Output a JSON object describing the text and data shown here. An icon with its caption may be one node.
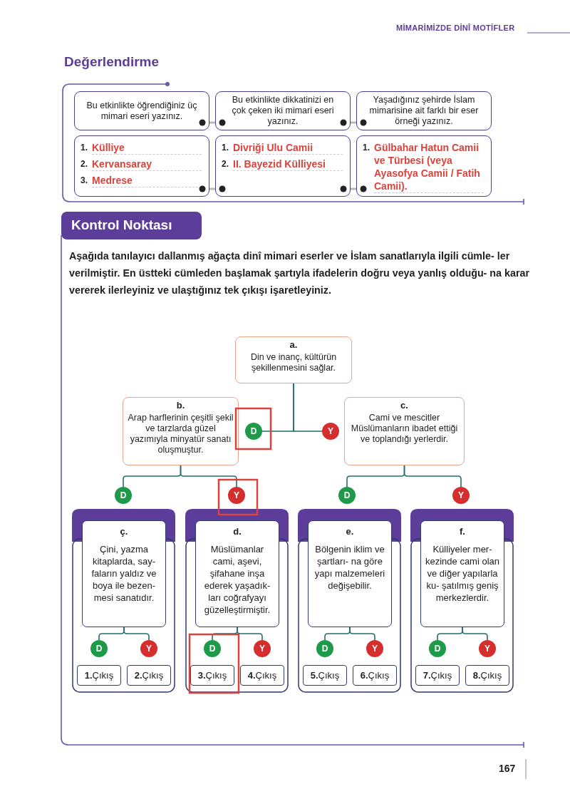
{
  "diagram": {
    "nodes": [
      {
        "text": [
          "Bu etkinlikte öğrendiğiniz üç mimari eseri yazınız."
        ]
      },
      {
        "text": [
          "Bu etkinlikte dikkatinizi en çok çeken iki mimari eseri yazınız."
        ]
      },
      {
        "text": [
          "Yaşadığınız şehirde İslam mimarisine ait farklı bir eser örneği yazınız."
        ]
      },
      {
        "text": [
          "1.",
          "Külliye",
          "2.",
          "Kervansaray",
          "3.",
          "Medrese"
        ]
      },
      {
        "text": [
          "1.",
          "Divriği Ulu Camii",
          "2.",
          "II. Bayezid Külliyesi"
        ]
      },
      {
        "text": [
          "1.",
          "Gülbahar Hatun Camii ve Türbesi (veya Ayasofya Camii / Fatih Camii)."
        ]
      },
      {
        "text": [
          "a.",
          "Din ve inanç, kültürün şekillenmesini sağlar."
        ]
      },
      {
        "text": [
          "b.",
          "Arap harflerinin çeşitli şekil ve tarzlarda güzel yazımıyla minyatür sanatı oluşmuştur."
        ]
      },
      {
        "text": [
          "D"
        ]
      },
      {
        "text": [
          "Y"
        ]
      },
      {
        "text": [
          "c.",
          "Cami ve mescitler Müslümanların ibadet ettiği ve toplandığı yerlerdir."
        ]
      },
      {
        "text": [
          "D"
        ]
      },
      {
        "text": [
          "Y"
        ]
      },
      {
        "text": [
          "D"
        ]
      },
      {
        "text": [
          "Y"
        ]
      },
      {
        "text": [],
        "shape": "box"
      },
      {
        "text": [
          "ç.",
          "Çini, yazma kitaplarda, say- faların yaldız ve boya ile bezen- mesi sanatıdır."
        ],
        "in": 15
      },
      {
        "text": [
          "D"
        ],
        "in": 15
      },
      {
        "text": [
          "Y"
        ],
        "in": 15
      },
      {
        "text": [
          "**1.**Çıkış"
        ],
        "in": 15
      },
      {
        "text": [
          "**2.**Çıkış"
        ],
        "in": 15
      },
      {
        "text": [],
        "shape": "box"
      },
      {
        "text": [
          "d.",
          "Müslümanlar cami, aşevi, şifahane inşa ederek yaşadık- ları coğrafyayı güzelleştirmiştir."
        ],
        "in": 21
      },
      {
        "text": [
          "D"
        ],
        "in": 21
      },
      {
        "text": [
          "Y"
        ],
        "in": 21
      },
      {
        "text": [
          "**3.**Çıkış"
        ],
        "in": 21
      },
      {
        "text": [
          "**4.**Çıkış"
        ],
        "in": 21
      },
      {
        "text": [],
        "shape": "box"
      },
      {
        "text": [
          "e.",
          "Bölgenin iklim ve şartları- na göre yapı malzemeleri değişebilir."
        ],
        "in": 27
      },
      {
        "text": [
          "D"
        ],
        "in": 27
      },
      {
        "text": [
          "Y"
        ],
        "in": 27
      },
      {
        "text": [
          "**5.**Çıkış"
        ],
        "in": 27
      },
      {
        "text": [
          "**6.**Çıkış"
        ],
        "in": 27
      },
      {
        "text": [],
        "shape": "box"
      },
      {
        "text": [
          "f.",
          "Külliyeler mer- kezinde cami olan ve diğer yapılarla ku- şatılmış geniş merkezlerdir."
        ],
        "in": 33
      },
      {
        "text": [
          "D"
        ],
        "in": 33
      },
      {
        "text": [
          "Y"
        ],
        "in": 33
      },
      {
        "text": [
          "**7.**Çıkış"
        ],
        "in": 33
      },
      {
        "text": [
          "**8.**Çıkış"
        ],
        "in": 33
      }
    ],
    "edges": [
      {
        "from": 0,
        "to": 1,
        "arrow": "other",
        "color": "#b8b8b8"
      },
      {
        "from": 1,
        "to": 2,
        "arrow": "other",
        "color": "#b8b8b8"
      },
      {
        "from": 3,
        "to": 4,
        "arrow": "other",
        "color": "#b8b8b8"
      },
      {
        "from": 4,
        "to": 5,
        "arrow": "other",
        "color": "#b8b8b8"
      },
      {
        "from": 6,
        "to": 8,
        "arrow": "none"
      },
      {
        "from": 6,
        "to": 9,
        "arrow": "none"
      },
      {
        "from": 7,
        "to": 11,
        "arrow": "none"
      },
      {
        "from": 7,
        "to": 12,
        "arrow": "none"
      },
      {
        "from": 10,
        "to": 13,
        "arrow": "none"
      },
      {
        "from": 10,
        "to": 14,
        "arrow": "none"
      },
      {
        "from": 16,
        "to": 17,
        "arrow": "none"
      },
      {
        "from": 16,
        "to": 18,
        "arrow": "none"
      },
      {
        "from": 22,
        "to": 23,
        "arrow": "none"
      },
      {
        "from": 22,
        "to": 24,
        "arrow": "none"
      },
      {
        "from": 28,
        "to": 29,
        "arrow": "none"
      },
      {
        "from": 28,
        "to": 30,
        "arrow": "none"
      },
      {
        "from": 34,
        "to": 35,
        "arrow": "none"
      },
      {
        "from": 34,
        "to": 36,
        "arrow": "none"
      }
    ],
    "labels": [
      "MİMARİMİZDE DİNÎ MOTİFLER",
      "Değerlendirme",
      "Kontrol Noktası",
      "Aşağıda tanılayıcı dallanmış ağaçta dinî mimari eserler ve İslam sanatlarıyla ilgili cümle- ler verilmiştir. En üstteki cümleden başlamak şartıyla ifadelerin doğru veya yanlış olduğu- na karar vererek ilerleyiniz ve ulaştığınız tek çıkışı işaretleyiniz.",
      "167"
    ]
  }
}
